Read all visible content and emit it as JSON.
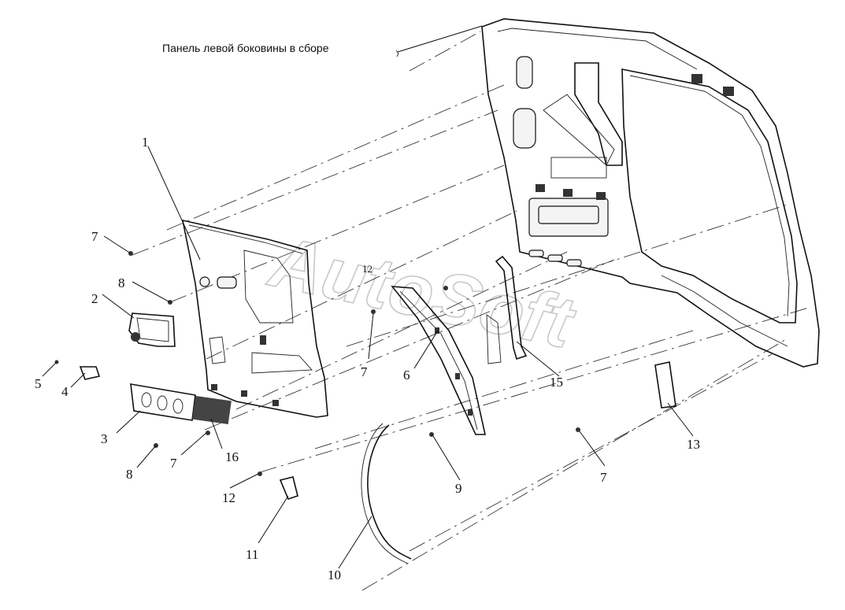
{
  "caption": "Панель левой боковины в сборе",
  "watermark": "AutoSoft",
  "callouts": [
    "1",
    "2",
    "3",
    "4",
    "5",
    "6",
    "7",
    "7",
    "7",
    "7",
    "7",
    "8",
    "8",
    "9",
    "10",
    "11",
    "12",
    "12",
    "13",
    "15",
    "16"
  ]
}
